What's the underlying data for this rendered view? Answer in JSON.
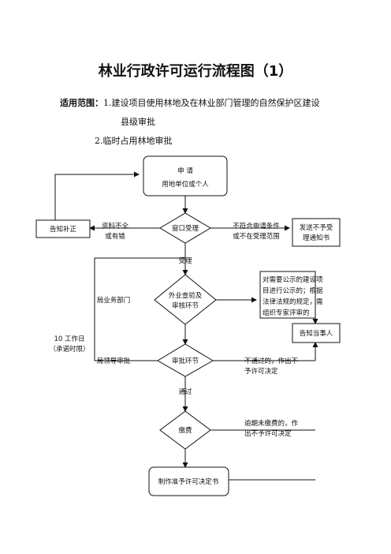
{
  "title": "林业行政许可运行流程图（1）",
  "scope": {
    "label": "适用范围：",
    "item1_line1": "1.建设项目使用林地及在林业部门管理的自然保护区建设",
    "item1_line2": "县级审批",
    "item2": "2.临时占用林地审批"
  },
  "nodes": {
    "apply_line1": "申 请",
    "apply_line2": "用地单位或个人",
    "window": "窗口受理",
    "notify_fix": "告知补正",
    "send_reject_line1": "发送不予受",
    "send_reject_line2": "理通知书",
    "inspect_line1": "外业查验及",
    "inspect_line2": "审核环节",
    "public_notice": [
      "对需要公示的建设项",
      "目进行公示的；根据",
      "法律法规的规定，需",
      "组织专家评审的"
    ],
    "notify_party": "告知当事人",
    "approve": "审批环节",
    "pay": "缴费",
    "decision": "制作准予许可决定书"
  },
  "labels": {
    "incomplete_line1": "资料不全",
    "incomplete_line2": "或有错",
    "not_qualified_line1": "不符合申请条件",
    "not_qualified_line2": "或不在受理范围",
    "accepted": "受理",
    "bureau_dept": "局业务部门",
    "days_line1": "10 工作日",
    "days_line2": "（承诺时限）",
    "leader_review": "局领导审批",
    "not_passed_line1": "不通过的，作出不",
    "not_passed_line2": "予许可决定",
    "passed": "通过",
    "overdue_line1": "逾期未缴费的，作",
    "overdue_line2": "出不予许可决定"
  }
}
